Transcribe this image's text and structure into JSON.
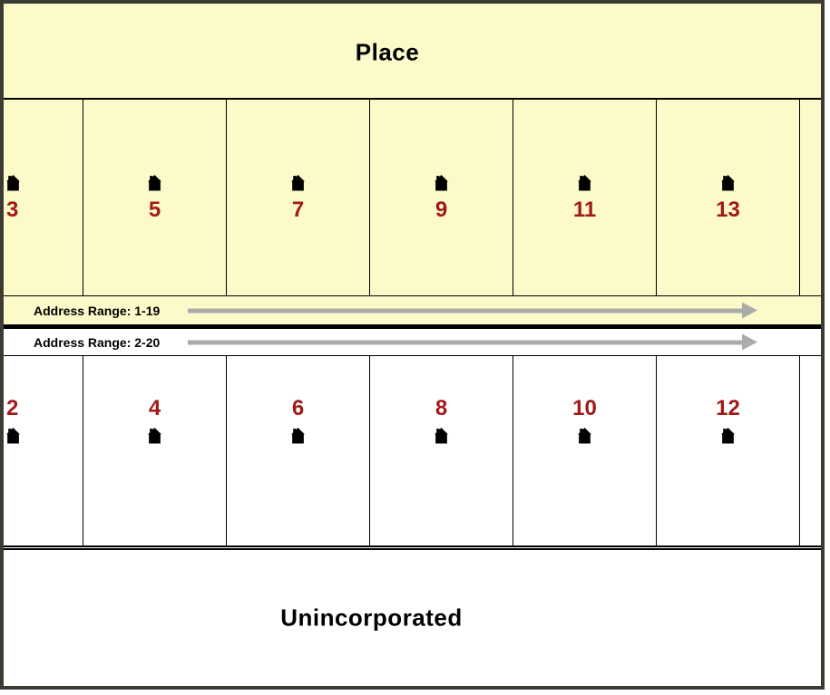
{
  "diagram": {
    "place_label": "Place",
    "unincorporated_label": "Unincorporated"
  },
  "street": {
    "top_address_range_label": "Address Range: 1-19",
    "bottom_address_range_label": "Address Range: 2-20",
    "arrow_direction": "right"
  },
  "top_lots": {
    "side": "odd",
    "numbers": [
      "3",
      "5",
      "7",
      "9",
      "11",
      "13"
    ]
  },
  "bottom_lots": {
    "side": "even",
    "numbers": [
      "2",
      "4",
      "6",
      "8",
      "10",
      "12"
    ]
  },
  "colors": {
    "place_fill": "#fbfac8",
    "unincorporated_fill": "#ffffff",
    "lot_number_red": "#a11919",
    "arrow_gray": "#ababab",
    "house_icon": "#000000",
    "frame_border": "#3b3b33",
    "street_centerline": "#000000"
  }
}
